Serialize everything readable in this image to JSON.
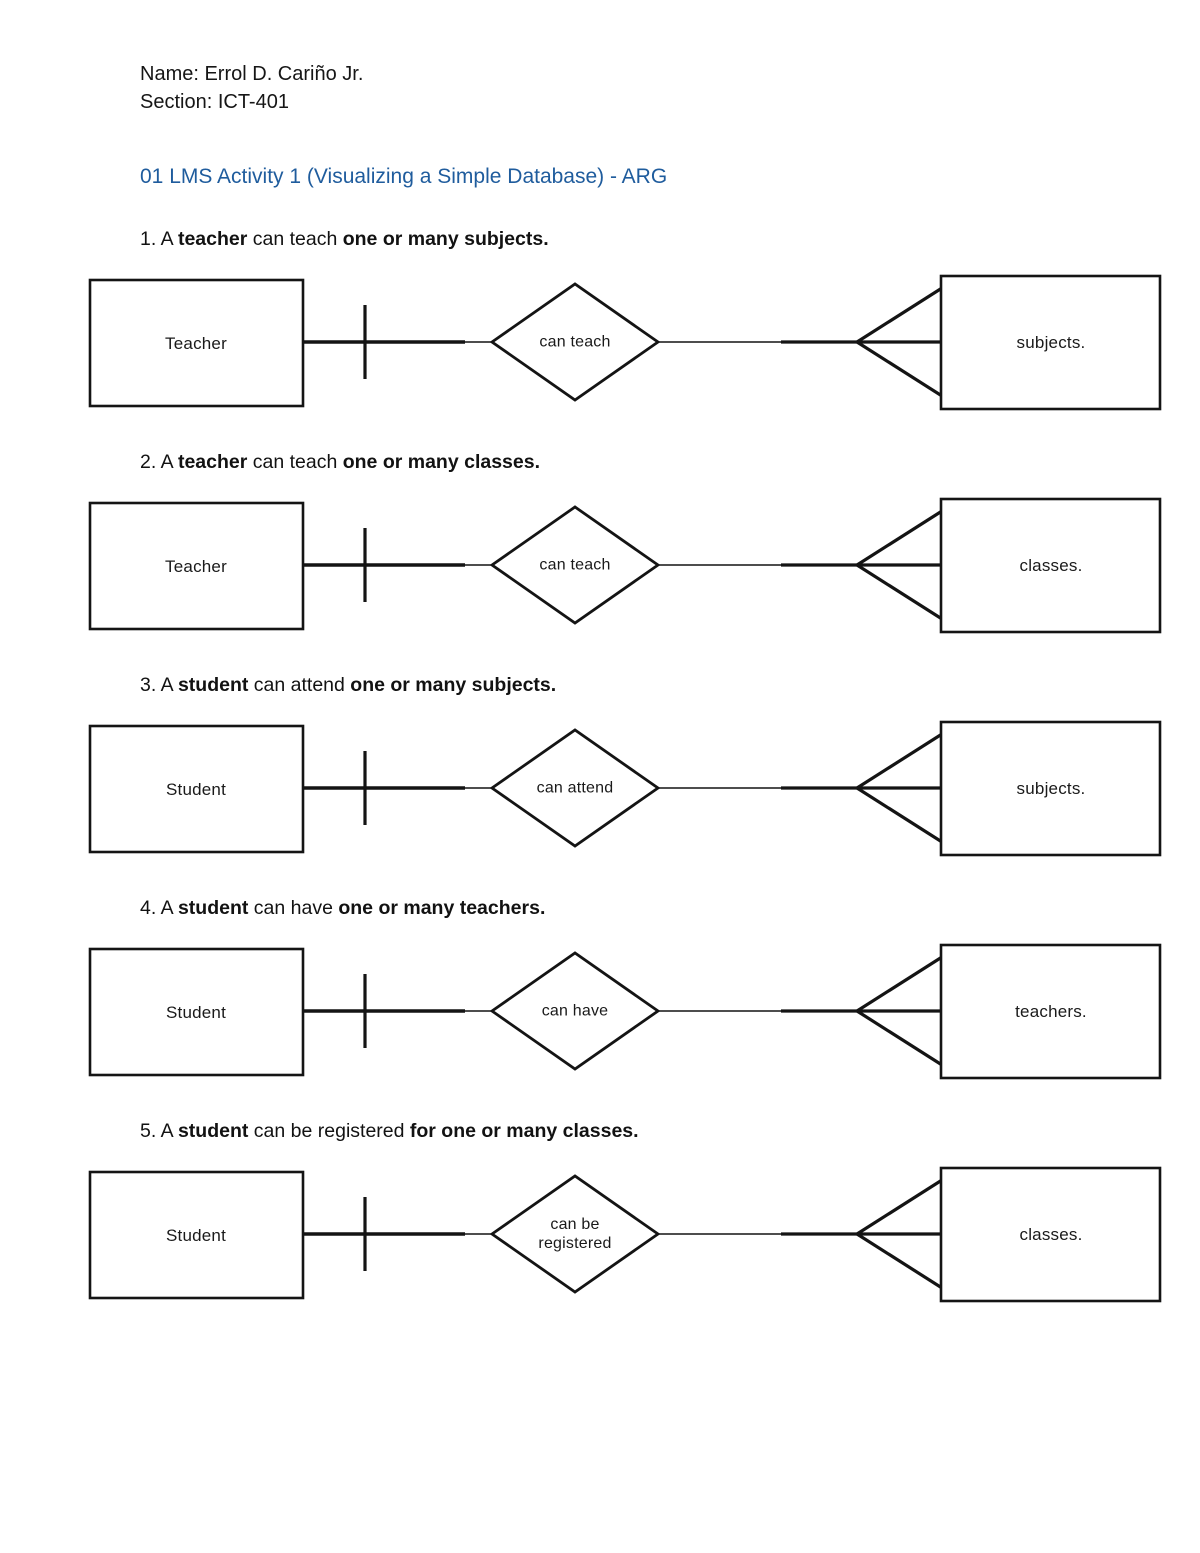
{
  "header": {
    "name_line": "Name: Errol D. Cariño Jr.",
    "section_line": "Section: ICT-401",
    "title": "01 LMS Activity 1 (Visualizing a Simple Database) - ARG",
    "title_color": "#1f5c9d"
  },
  "notation": {
    "line_color": "#141414",
    "left_cardinality": "one",
    "right_cardinality": "many"
  },
  "sections": [
    {
      "statement": {
        "prefix": "1. A ",
        "subject": "teacher",
        "middle": " can teach ",
        "object": "one or many subjects."
      },
      "diagram": {
        "left_entity": "Teacher",
        "relationship": "can teach",
        "right_entity": "subjects."
      }
    },
    {
      "statement": {
        "prefix": "2. A ",
        "subject": "teacher",
        "middle": " can teach ",
        "object": "one or many classes."
      },
      "diagram": {
        "left_entity": "Teacher",
        "relationship": "can teach",
        "right_entity": "classes."
      }
    },
    {
      "statement": {
        "prefix": "3. A ",
        "subject": "student",
        "middle": " can attend ",
        "object": "one or many subjects."
      },
      "diagram": {
        "left_entity": "Student",
        "relationship": "can attend",
        "right_entity": "subjects."
      }
    },
    {
      "statement": {
        "prefix": "4. A ",
        "subject": "student",
        "middle": " can have ",
        "object": "one or many teachers."
      },
      "diagram": {
        "left_entity": "Student",
        "relationship": "can have",
        "right_entity": "teachers."
      }
    },
    {
      "statement": {
        "prefix": "5. A ",
        "subject": "student",
        "middle": " can be registered ",
        "object": "for one or many classes."
      },
      "diagram": {
        "left_entity": "Student",
        "relationship": "can be registered",
        "right_entity": "classes."
      }
    }
  ]
}
